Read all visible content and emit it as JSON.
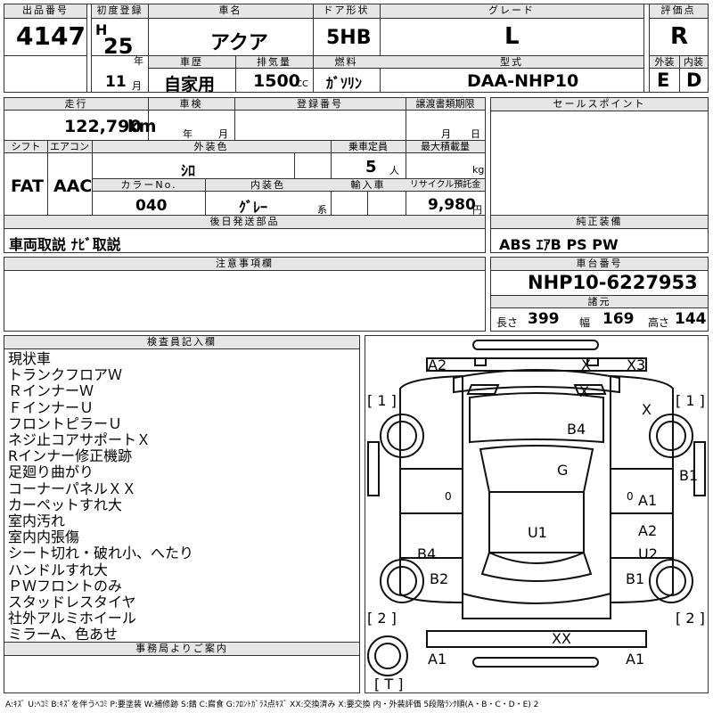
{
  "top": {
    "headers": {
      "lot_no": "出品番号",
      "first_reg": "初度登録",
      "car_name": "車名",
      "door": "ドア形状",
      "grade": "グレード",
      "score": "評価点",
      "history": "車歴",
      "displacement": "排気量",
      "fuel": "燃料",
      "model_code": "型式",
      "exterior": "外装",
      "interior": "内装"
    },
    "lot_no": "4147",
    "era": "H",
    "year": "25",
    "year_unit": "年",
    "month": "11",
    "month_unit": "月",
    "car_name": "アクア",
    "door": "5HB",
    "grade": "L",
    "score": "R",
    "history": "自家用",
    "displacement": "1500",
    "displacement_unit": "CC",
    "fuel": "ｶﾞｿﾘﾝ",
    "model_code": "DAA-NHP10",
    "exterior": "E",
    "interior": "D"
  },
  "mid": {
    "headers": {
      "mileage": "走行",
      "inspection": "車検",
      "reg_no": "登録番号",
      "transfer_deadline": "譲渡書類期限",
      "sales_points": "セールスポイント",
      "shift": "シフト",
      "ac": "エアコン",
      "color": "外装色",
      "capacity": "乗車定員",
      "max_load": "最大積載量",
      "color_no": "カラーNo.",
      "interior_color": "内装色",
      "import": "輸入車",
      "recycle": "リサイクル預託金",
      "later_parts": "後日発送部品",
      "equipment": "純正装備"
    },
    "mileage": "122,790",
    "mileage_unit": "km",
    "insp_year_unit": "年",
    "insp_month_unit": "月",
    "deadline_month_unit": "月",
    "deadline_day_unit": "日",
    "shift": "FAT",
    "ac": "AAC",
    "color": "ｼﾛ",
    "capacity": "5",
    "capacity_unit": "人",
    "load_unit": "kg",
    "color_no": "040",
    "interior_color": "ｸﾞﾚｰ",
    "interior_suffix": "系",
    "recycle": "9,980",
    "recycle_unit": "円",
    "later_parts": "車両取説 ﾅﾋﾞ取説",
    "equipment": "ABS ｴｱB PS PW"
  },
  "notes": {
    "header": "注意事項欄"
  },
  "chassis": {
    "header": "車台番号",
    "number": "NHP10-6227953",
    "spec_header": "諸元",
    "length_label": "長さ",
    "length": "399",
    "width_label": "幅",
    "width": "169",
    "height_label": "高さ",
    "height": "144"
  },
  "inspector": {
    "header": "検査員記入欄",
    "lines": [
      "現状車",
      "トランクフロアＷ",
      "ＲインナーＷ",
      "ＦインナーＵ",
      "フロントピラーＵ",
      "ネジ止コアサポートＸ",
      "Rインナー修正機跡",
      "足廻り曲がり",
      "コーナーパネルＸＸ",
      "カーペットすれ大",
      "室内汚れ",
      "室内内張傷",
      "シート切れ・破れ小、へたり",
      "ハンドルすれ大",
      "ＰＷフロントのみ",
      "スタッドレスタイヤ",
      "社外アルミホイール",
      "ミラーA、色あせ"
    ]
  },
  "office": {
    "header": "事務局よりご案内"
  },
  "diagram": {
    "labels": {
      "a2_top": "A2",
      "x_top": "X",
      "x3": "X3",
      "x_mid": "X",
      "one_left": "[ 1 ]",
      "one_right": "[ 1 ]",
      "x_right": "X",
      "b4_top": "B4",
      "g": "G",
      "b1_right": "B1",
      "a1_right": "A1",
      "u1": "U1",
      "a2_right": "A2",
      "u2": "U2",
      "b4_left": "B4",
      "b2": "B2",
      "b1_lower": "B1",
      "two_left": "[ 2 ]",
      "two_right": "[ 2 ]",
      "xx": "XX",
      "a1_bottom_left": "A1",
      "a1_bottom_right": "A1",
      "t": "[ T ]",
      "zero_left": "0",
      "zero_right": "0"
    }
  },
  "legend": "A:ｷｽﾞ  U:ﾍｺﾐ  B:ｷｽﾞを伴うﾍｺﾐ  P:要塗装  W:補修跡  S:錆  C:腐食  G:ﾌﾛﾝﾄｶﾞﾗｽ点ｷｽﾞ  XX:交換済み  X:要交換   内・外装評価  5段階ﾗﾝｸ順(A・B・C・D・E) 2"
}
